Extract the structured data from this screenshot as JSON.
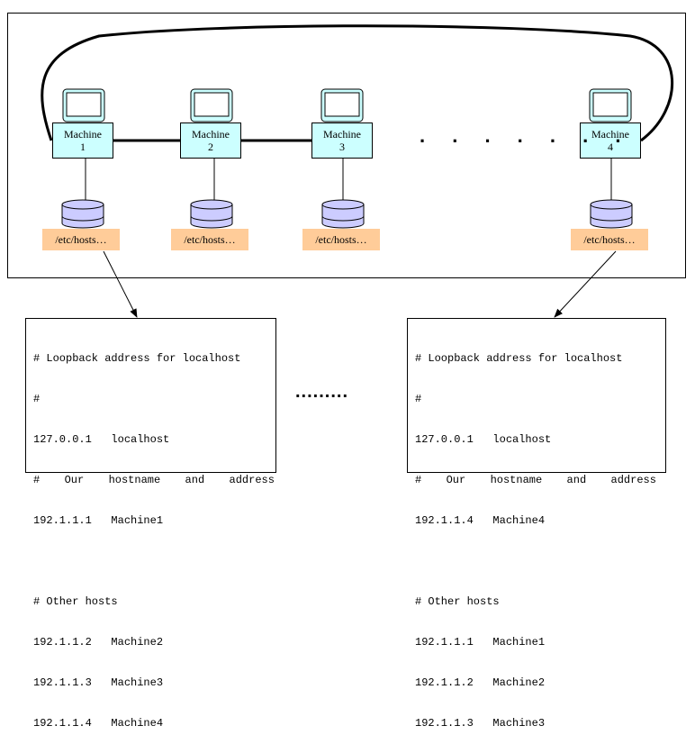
{
  "machines": [
    {
      "name": "Machine",
      "number": "1",
      "hosts_label": "/etc/hosts…"
    },
    {
      "name": "Machine",
      "number": "2",
      "hosts_label": "/etc/hosts…"
    },
    {
      "name": "Machine",
      "number": "3",
      "hosts_label": "/etc/hosts…"
    },
    {
      "name": "Machine",
      "number": "4",
      "hosts_label": "/etc/hosts…"
    }
  ],
  "ellipsis_top": ". . . . . . .",
  "ellipsis_bottom": ".........",
  "hosts_files": [
    {
      "lines": [
        "# Loopback address for localhost",
        "#",
        "127.0.0.1   localhost"
      ],
      "justified": [
        "#",
        "Our",
        "hostname",
        "and",
        "address"
      ],
      "lines2": [
        "192.1.1.1   Machine1",
        "",
        "# Other hosts",
        "192.1.1.2   Machine2",
        "192.1.1.3   Machine3",
        "192.1.1.4   Machine4"
      ]
    },
    {
      "lines": [
        "# Loopback address for localhost",
        "#",
        "127.0.0.1   localhost"
      ],
      "justified": [
        "#",
        "Our",
        "hostname",
        "and",
        "address"
      ],
      "lines2": [
        "192.1.1.4   Machine4",
        "",
        "# Other hosts",
        "192.1.1.1   Machine1",
        "192.1.1.2   Machine2",
        "192.1.1.3   Machine3"
      ]
    }
  ],
  "colors": {
    "machine_fill": "#ccffff",
    "monitor_fill": "#ccffff",
    "disk_fill": "#ccccff",
    "label_fill": "#ffcc99",
    "line": "#000000"
  }
}
